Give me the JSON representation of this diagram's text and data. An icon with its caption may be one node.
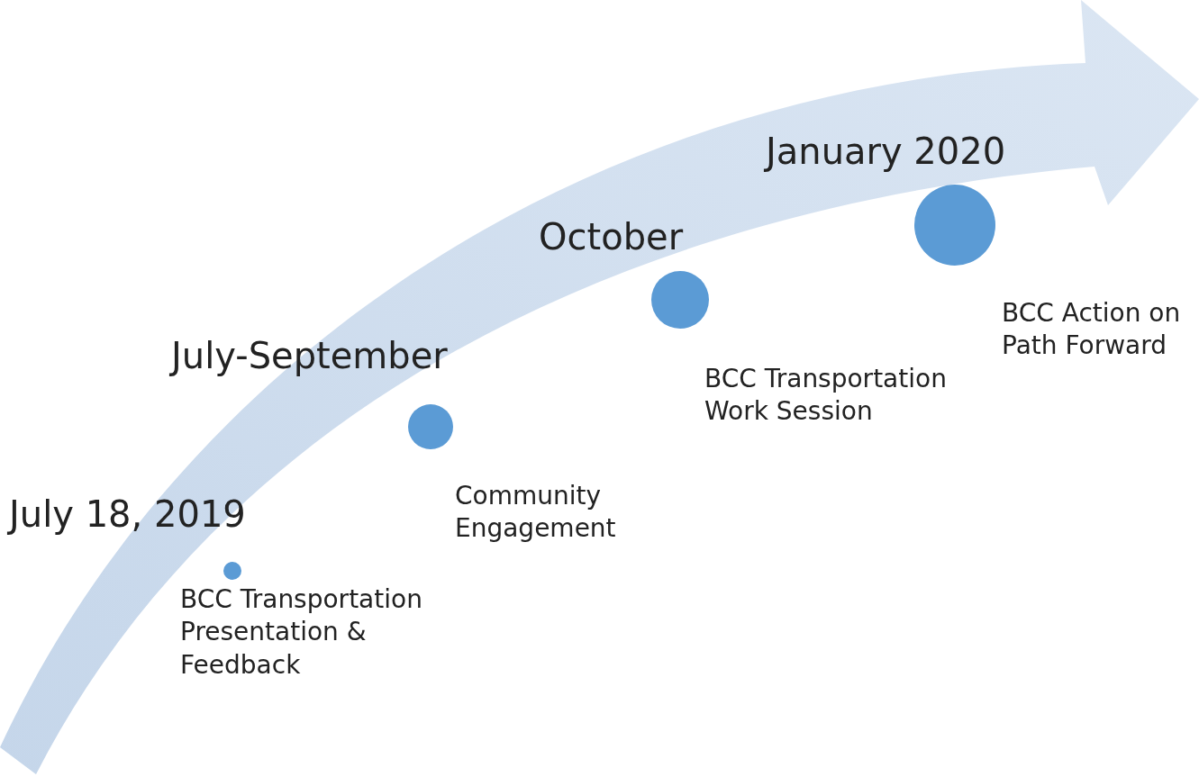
{
  "diagram": {
    "nodes": [
      {
        "text": [],
        "shape": "circle",
        "beside": [
          "July 18, 2019",
          "BCC Transportation Presentation & Feedback"
        ]
      },
      {
        "text": [],
        "shape": "circle",
        "beside": [
          "July-September",
          "Community Engagement"
        ]
      },
      {
        "text": [],
        "shape": "circle",
        "beside": [
          "October",
          "BCC Transportation Work Session"
        ]
      },
      {
        "text": [],
        "shape": "circle",
        "beside": [
          "January 2020",
          "BCC Action on Path Forward"
        ]
      }
    ]
  }
}
